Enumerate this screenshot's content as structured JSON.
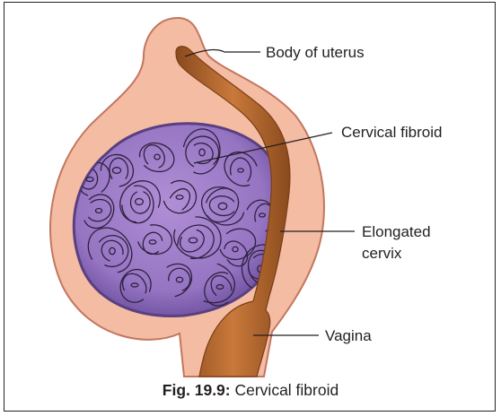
{
  "labels": {
    "body_of_uterus": "Body of uterus",
    "cervical_fibroid": "Cervical fibroid",
    "elongated_cervix_line1": "Elongated",
    "elongated_cervix_line2": "cervix",
    "vagina": "Vagina"
  },
  "caption": {
    "number": "Fig. 19.9:",
    "text": " Cervical fibroid"
  },
  "colors": {
    "tissue": "#f2b9a0",
    "tissue_outline": "#c0715a",
    "fibroid": "#9a78c4",
    "fibroid_outline": "#5e4386",
    "canal": "#b8642a"
  }
}
